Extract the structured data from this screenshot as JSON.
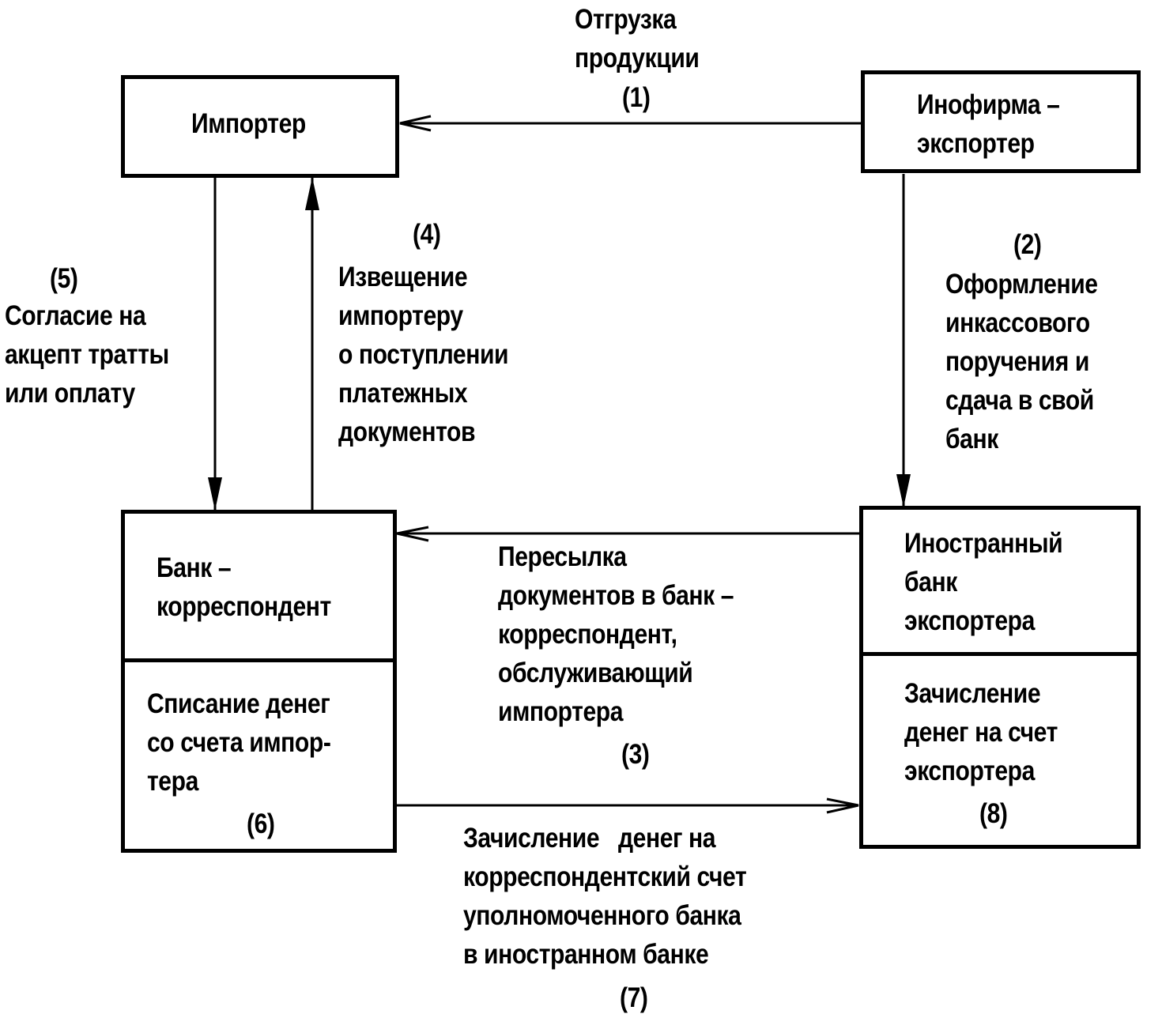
{
  "nodes": {
    "importer": {
      "label": "Импортер"
    },
    "exporter": {
      "label": "Инофирма –\nэкспортер"
    },
    "correspondent_bank": {
      "label": "Банк –\nкорреспондент",
      "action": "Списание денег\nсо счета импор-\nтера",
      "step": "(6)"
    },
    "foreign_bank": {
      "label": "Иностранный\nбанк\nэкспортера",
      "action": "Зачисление\nденег на счет\nэкспортера",
      "step": "(8)"
    }
  },
  "edges": [
    {
      "id": "shipment",
      "from": "exporter",
      "to": "importer",
      "step": "(1)",
      "text": "Отгрузка\nпродукции"
    },
    {
      "id": "collection-order",
      "from": "exporter",
      "to": "foreign_bank",
      "step": "(2)",
      "text": "Оформление\nинкассового\nпоручения и\nсдача в свой\nбанк"
    },
    {
      "id": "forward-documents",
      "from": "foreign_bank",
      "to": "correspondent_bank",
      "step": "(3)",
      "text": "Пересылка\nдокументов в банк –\nкорреспондент,\nобслуживающий\nимпортера"
    },
    {
      "id": "notify-importer",
      "from": "correspondent_bank",
      "to": "importer",
      "step": "(4)",
      "text": "Извещение\nимпортеру\nо поступлении\nплатежных\nдокументов"
    },
    {
      "id": "consent",
      "from": "importer",
      "to": "correspondent_bank",
      "step": "(5)",
      "text": "Согласие на\nакцепт тратты\nили оплату"
    },
    {
      "id": "credit-correspondent-account",
      "from": "correspondent_bank",
      "to": "foreign_bank",
      "step": "(7)",
      "text": "Зачисление   денег на\nкорреспондентский счет\nуполномоченного банка\nв иностранном банке"
    }
  ]
}
